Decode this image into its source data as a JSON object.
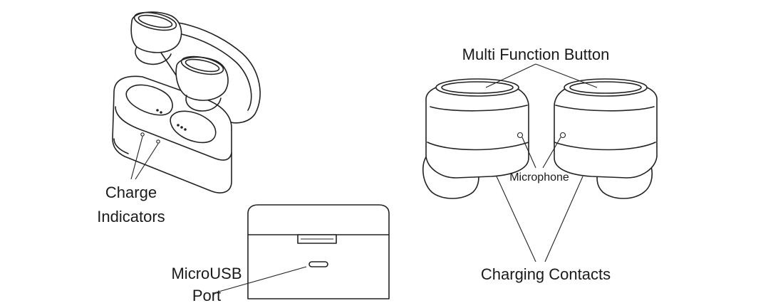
{
  "labels": {
    "charge_line1": "Charge",
    "charge_line2": "Indicators",
    "usb_line1": "MicroUSB",
    "usb_line2": "Port",
    "multi_function_button": "Multi Function Button",
    "microphone": "Microphone",
    "charging_contacts": "Charging Contacts"
  }
}
